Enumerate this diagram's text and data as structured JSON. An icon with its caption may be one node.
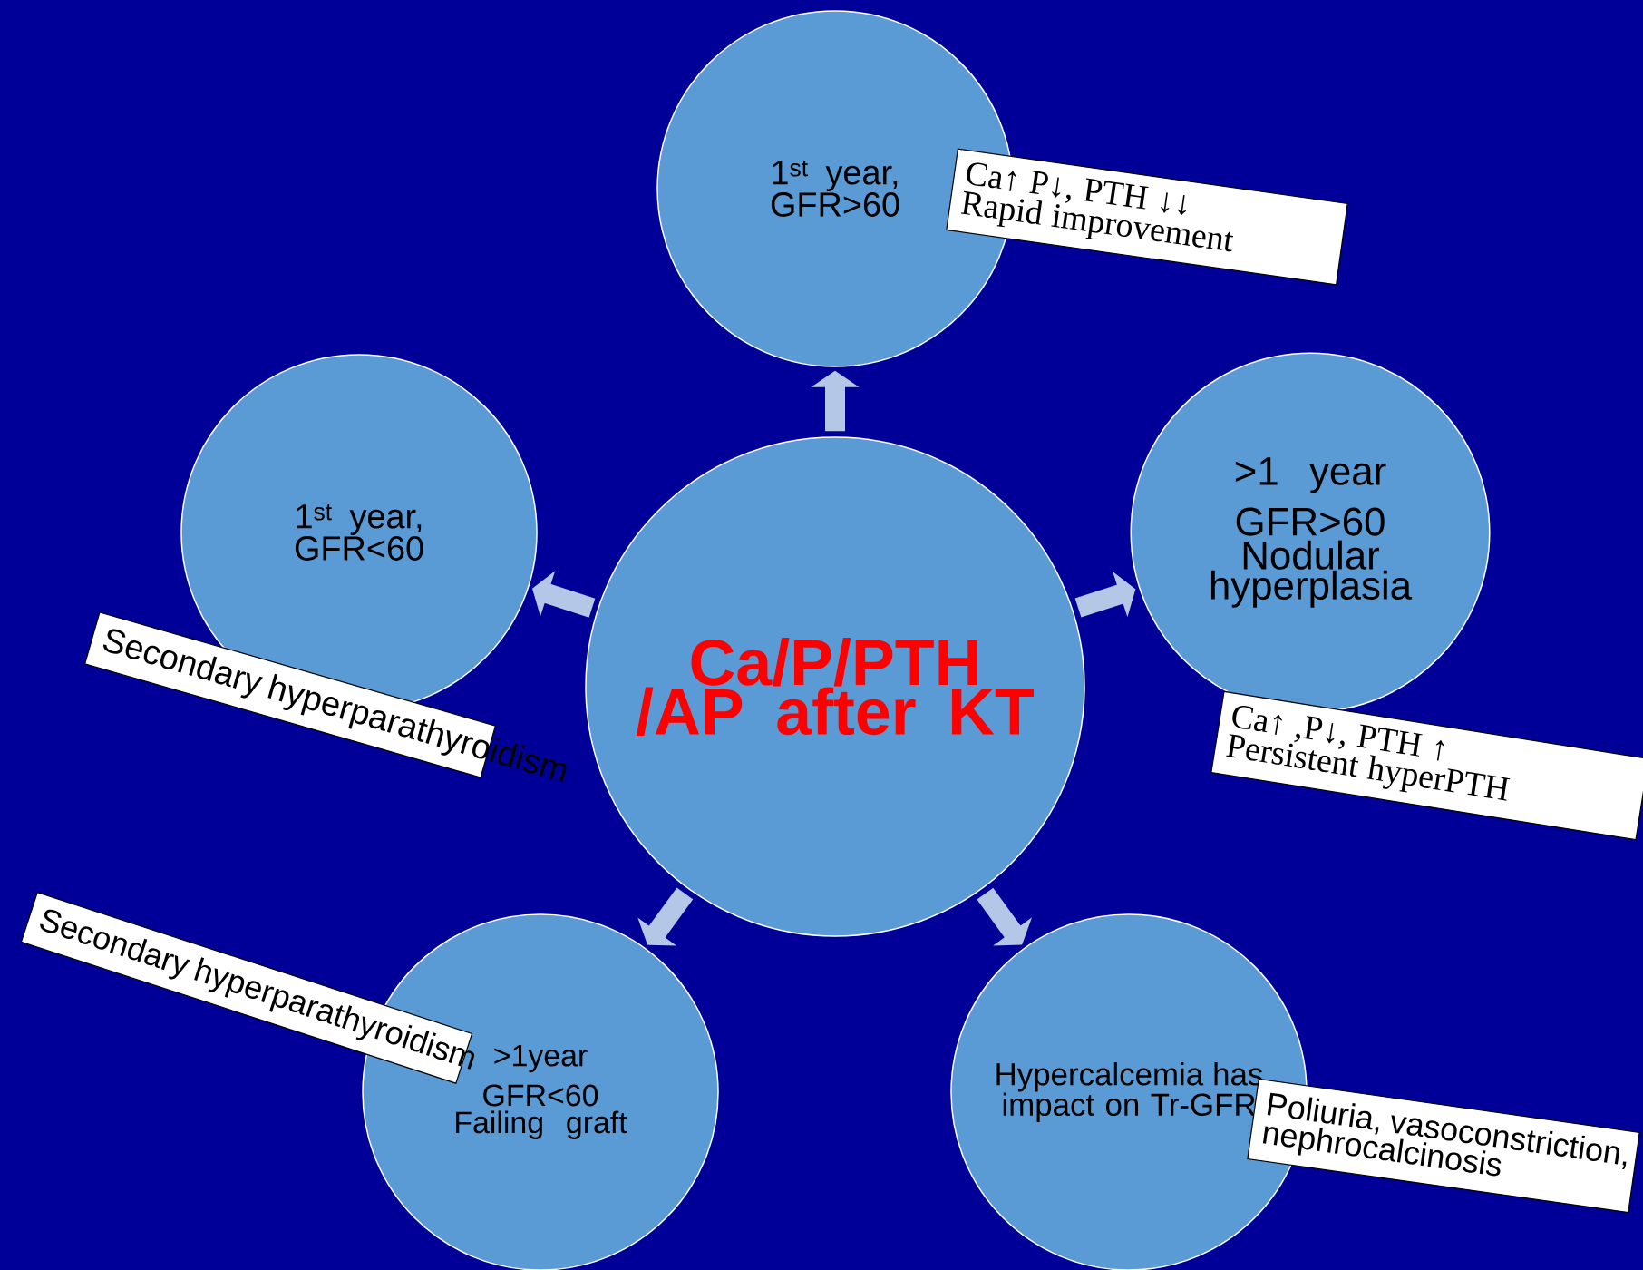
{
  "diagram": {
    "nodes": [
      {
        "text": [
          "Ca/P/PTH /AP after KT"
        ]
      },
      {
        "text": [
          "1$^{st}$ year, GFR>60"
        ]
      },
      {
        "text": [
          ">1 year",
          "GFR>60",
          "Nodular hyperplasia"
        ]
      },
      {
        "text": [
          "Hypercalcemia has impact on Tr-GFR"
        ]
      },
      {
        "text": [
          ">1year",
          "GFR<60",
          "Failing graft"
        ]
      },
      {
        "text": [
          "1$^{st}$ year, GFR<60"
        ]
      },
      {
        "text": [
          "Ca↑ P↓, PTH ↓↓",
          "Rapid improvement"
        ]
      },
      {
        "text": [
          "Ca↑ ,P↓, PTH ↑",
          "Persistent hyperPTH"
        ]
      },
      {
        "text": [
          "Poliuria, vasoconstriction, nephrocalcinosis"
        ]
      },
      {
        "text": [
          "Secondary hyperparathyroidism"
        ]
      },
      {
        "text": [
          "Secondary hyperparathyroidism"
        ]
      }
    ],
    "edges": [
      {
        "from": 0,
        "to": 1,
        "arrow": "to"
      },
      {
        "from": 0,
        "to": 2,
        "arrow": "to"
      },
      {
        "from": 0,
        "to": 3,
        "arrow": "to"
      },
      {
        "from": 0,
        "to": 4,
        "arrow": "to"
      },
      {
        "from": 0,
        "to": 5,
        "arrow": "to"
      }
    ]
  }
}
